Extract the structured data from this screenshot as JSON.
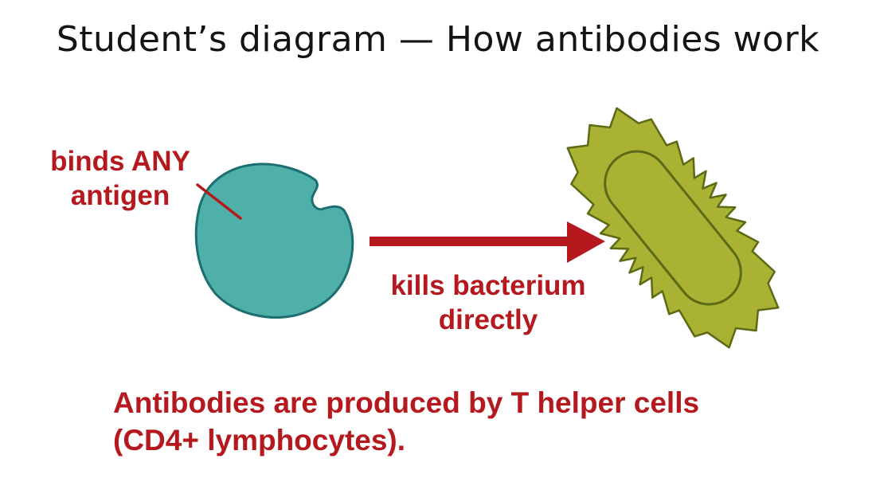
{
  "title": "Student’s diagram — How antibodies work",
  "labels": {
    "binds_line1": "binds ANY",
    "binds_line2": "antigen",
    "kills_line1": "kills bacterium",
    "kills_line2": "directly"
  },
  "caption": {
    "line1": "Antibodies are produced by T helper cells",
    "line2": "(CD4+ lymphocytes)."
  },
  "colors": {
    "accent_red": "#b5191e",
    "cell_fill": "#4fb0aa",
    "cell_stroke": "#1d6e70",
    "bacterium_fill": "#a9b233",
    "bacterium_stroke": "#5c6a16",
    "text_dark": "#141414"
  }
}
